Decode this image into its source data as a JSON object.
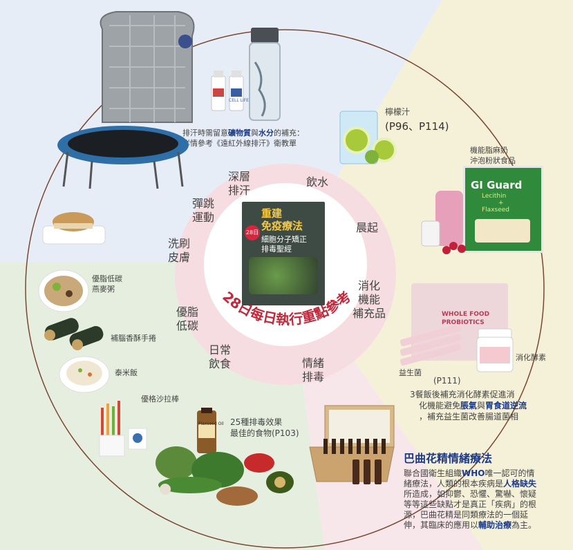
{
  "book": {
    "title_line1": "重建",
    "title_line2": "免疫療法",
    "subtitle_line1": "細胞分子矯正",
    "subtitle_line2": "排毒聖經",
    "badge": "28日"
  },
  "ring_title": "28日每日執行重點參考",
  "wheel": {
    "deep_sweat": [
      "深層",
      "排汗"
    ],
    "drink_water": "飲水",
    "morning": "晨起",
    "digestion": [
      "消化",
      "機能",
      "補充品"
    ],
    "emotion": [
      "情緒",
      "排毒"
    ],
    "daily_diet": [
      "日常",
      "飲食"
    ],
    "fat_low_carb": [
      "優脂",
      "低碳"
    ],
    "brush_skin": [
      "洗刷",
      "皮膚"
    ],
    "rebound": [
      "彈跳",
      "運動"
    ]
  },
  "captions": {
    "sauna_line1_a": "排汗時需留意",
    "sauna_line1_b": "礦物質",
    "sauna_line1_c": "與",
    "sauna_line1_d": "水分",
    "sauna_line1_e": "的補充：",
    "sauna_line2": "詳情參考《遠紅外線排汗》衛教單",
    "lemon_label": "檸檬汁",
    "lemon_pages": "(P96、P114)",
    "lecithin_line1": "機能脂麻奶",
    "lecithin_line2": "沖泡粉狀食品",
    "probiotic": "益生菌",
    "enzyme": "消化酵素",
    "p111": "(P111)",
    "enzyme_note_1": "3餐飯後補充消化酵素促進消",
    "enzyme_note_2a": "化機能避免",
    "enzyme_note_2b": "脹氣",
    "enzyme_note_2c": "與",
    "enzyme_note_2d": "胃食道逆流",
    "enzyme_note_3": "，補充益生菌改善腸道菌相",
    "oat_line1": "優脂低碳",
    "oat_line2": "燕麥粥",
    "roll": "補腦香酥手捲",
    "rice": "泰米飯",
    "salad": "優格沙拉棒",
    "detox_line1": "25種排毒效果",
    "detox_line2": "最佳的食物(P103)"
  },
  "product_text": {
    "gi_guard": "GI Guard",
    "lecithin": "Lecithin",
    "plus": "+",
    "flaxseed": "Flaxseed",
    "whole_food": "WHOLE FOOD",
    "probiotics": "PROBIOTICS",
    "flax_oil": "Flaxseed Oil",
    "cell_life": "CELL LIFE"
  },
  "bach": {
    "title": "巴曲花精情緒療法",
    "body_1": "聯合國衛生組織",
    "body_who": "WHO",
    "body_2": "唯一認可的情緒療法，人類的根本疾病是",
    "body_hl1": "人格缺失",
    "body_3": "所造成，如抑鬱、恐懼、驚嚇、懷疑等等這些缺點才是真正「疾病」的根源，巴曲花精是同類療法的一個延伸，其臨床的應用以",
    "body_hl2": "輔助治療",
    "body_4": "為主。"
  },
  "colors": {
    "ring_pink": "#f6dde2",
    "ring_title_red": "#c3273a",
    "highlight_blue": "#1b3a8a",
    "bg_blue": "#e6edf7",
    "bg_yellow": "#f5f1d8",
    "bg_green": "#e6efdf",
    "bg_pink": "#f7e6ea"
  }
}
